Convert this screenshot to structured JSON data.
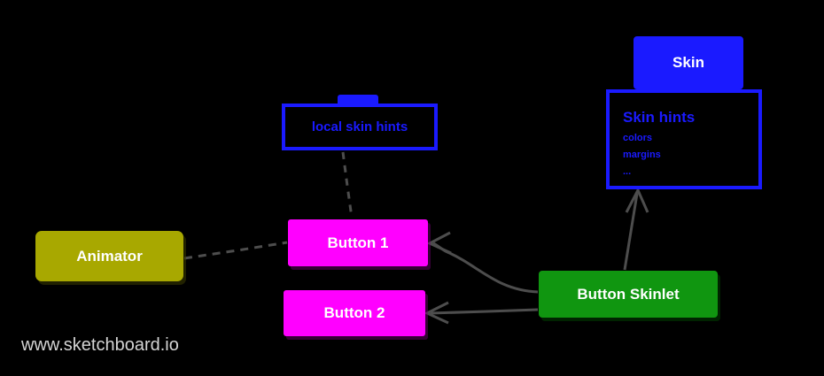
{
  "canvas": {
    "background": "#000000",
    "watermark": "www.sketchboard.io",
    "watermark_color": "#d4d4d4"
  },
  "palette": {
    "blue": "#1a1aff",
    "magenta": "#ff00ff",
    "green": "#109610",
    "olive": "#a8a800",
    "edge_gray": "#4d4d4d",
    "white": "#ffffff"
  },
  "nodes": {
    "animator": {
      "label": "Animator",
      "color": "#a8a800",
      "text_color": "#ffffff"
    },
    "button1": {
      "label": "Button 1",
      "color": "#ff00ff",
      "text_color": "#ffffff"
    },
    "button2": {
      "label": "Button 2",
      "color": "#ff00ff",
      "text_color": "#ffffff"
    },
    "skinlet": {
      "label": "Button Skinlet",
      "color": "#109610",
      "text_color": "#ffffff"
    },
    "skin": {
      "label": "Skin",
      "color": "#1a1aff",
      "text_color": "#ffffff"
    },
    "local_skin_hints": {
      "label": "local skin hints",
      "color": "#1a1aff",
      "text_color": "#1a1aff"
    },
    "skin_hints": {
      "title": "Skin hints",
      "items": [
        "colors",
        "margins",
        "..."
      ],
      "color": "#1a1aff",
      "text_color": "#1a1aff"
    }
  },
  "edges": [
    {
      "name": "animator-to-button1",
      "from": "animator",
      "to": "button1",
      "style": "dashed",
      "arrow": false
    },
    {
      "name": "local-skin-hints-to-button1",
      "from": "local_skin_hints",
      "to": "button1",
      "style": "dashed",
      "arrow": false
    },
    {
      "name": "skinlet-to-button1",
      "from": "skinlet",
      "to": "button1",
      "style": "solid",
      "arrow": true
    },
    {
      "name": "skinlet-to-button2",
      "from": "skinlet",
      "to": "button2",
      "style": "solid",
      "arrow": true
    },
    {
      "name": "skinlet-to-skin-hints",
      "from": "skinlet",
      "to": "skin_hints",
      "style": "solid",
      "arrow": true
    }
  ]
}
